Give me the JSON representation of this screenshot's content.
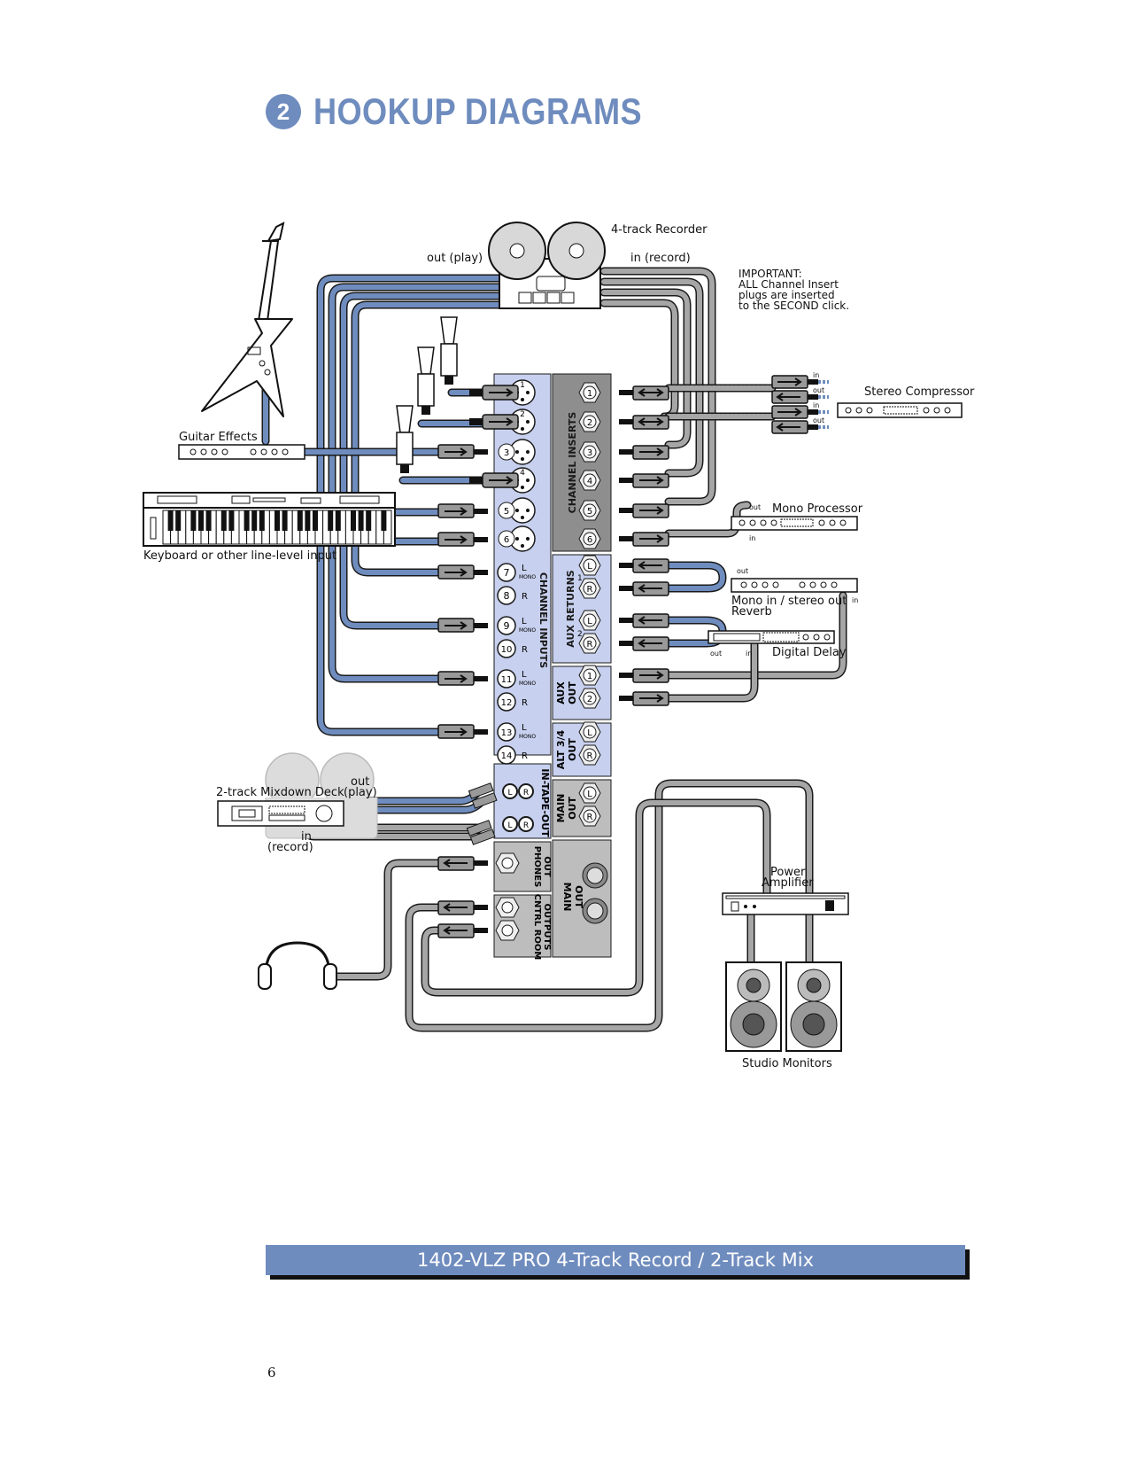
{
  "section": {
    "number": "2",
    "title": "HOOKUP DIAGRAMS"
  },
  "caption": "1402-VLZ PRO 4-Track Record / 2-Track Mix",
  "page_number": "6",
  "colors": {
    "accent": "#6f8cbe",
    "cable_blue": "#6f8cbe",
    "cable_gray": "#a6a6a6",
    "panel_blue": "#c7d0ee",
    "panel_gray": "#a8a8a8"
  },
  "labels": {
    "recorder": "4-track Recorder",
    "out_play": "out (play)",
    "in_record": "in (record)",
    "important_1": "IMPORTANT:",
    "important_2": "ALL Channel Insert",
    "important_3": "plugs are inserted",
    "important_4": "to the SECOND click.",
    "stereo_compressor": "Stereo Compressor",
    "guitar_effects": "Guitar Effects",
    "keyboard": "Keyboard or other line-level input",
    "mono_processor": "Mono Processor",
    "reverb_1": "Mono in / stereo out",
    "reverb_2": "Reverb",
    "digital_delay": "Digital Delay",
    "mixdown_deck": "2-track Mixdown Deck",
    "deck_out": "out",
    "deck_play": "(play)",
    "deck_in": "in",
    "deck_record": "(record)",
    "power_amp_1": "Power",
    "power_amp_2": "Amplifier",
    "studio_monitors": "Studio Monitors",
    "in": "in",
    "out": "out",
    "mono": "MONO",
    "L": "L",
    "R": "R"
  },
  "panel": {
    "channel_inserts": "CHANNEL INSERTS",
    "channel_inputs": "CHANNEL   INPUTS",
    "aux_returns": "AUX RETURNS",
    "aux_out_1": "AUX",
    "aux_out_2": "OUT",
    "alt_out_1": "ALT 3/4",
    "alt_out_2": "OUT",
    "main_out_1": "MAIN",
    "main_out_2": "OUT",
    "tape": "IN-TAPE-OUT",
    "phones_1": "PHONES",
    "phones_2": "OUT",
    "ctrl_1": "CNTRL ROOM",
    "ctrl_2": "OUTPUTS",
    "mic_channels": [
      "1",
      "2",
      "3",
      "4",
      "5",
      "6"
    ],
    "insert_channels": [
      "1",
      "2",
      "3",
      "4",
      "5",
      "6"
    ],
    "line_channels": [
      {
        "num": "7",
        "side": "L"
      },
      {
        "num": "8",
        "side": "R"
      },
      {
        "num": "9",
        "side": "L"
      },
      {
        "num": "10",
        "side": "R"
      },
      {
        "num": "11",
        "side": "L"
      },
      {
        "num": "12",
        "side": "R"
      },
      {
        "num": "13",
        "side": "L"
      },
      {
        "num": "14",
        "side": "R"
      }
    ],
    "aux_return_1": "1",
    "aux_return_2": "2",
    "aux_sends": [
      "1",
      "2"
    ]
  }
}
